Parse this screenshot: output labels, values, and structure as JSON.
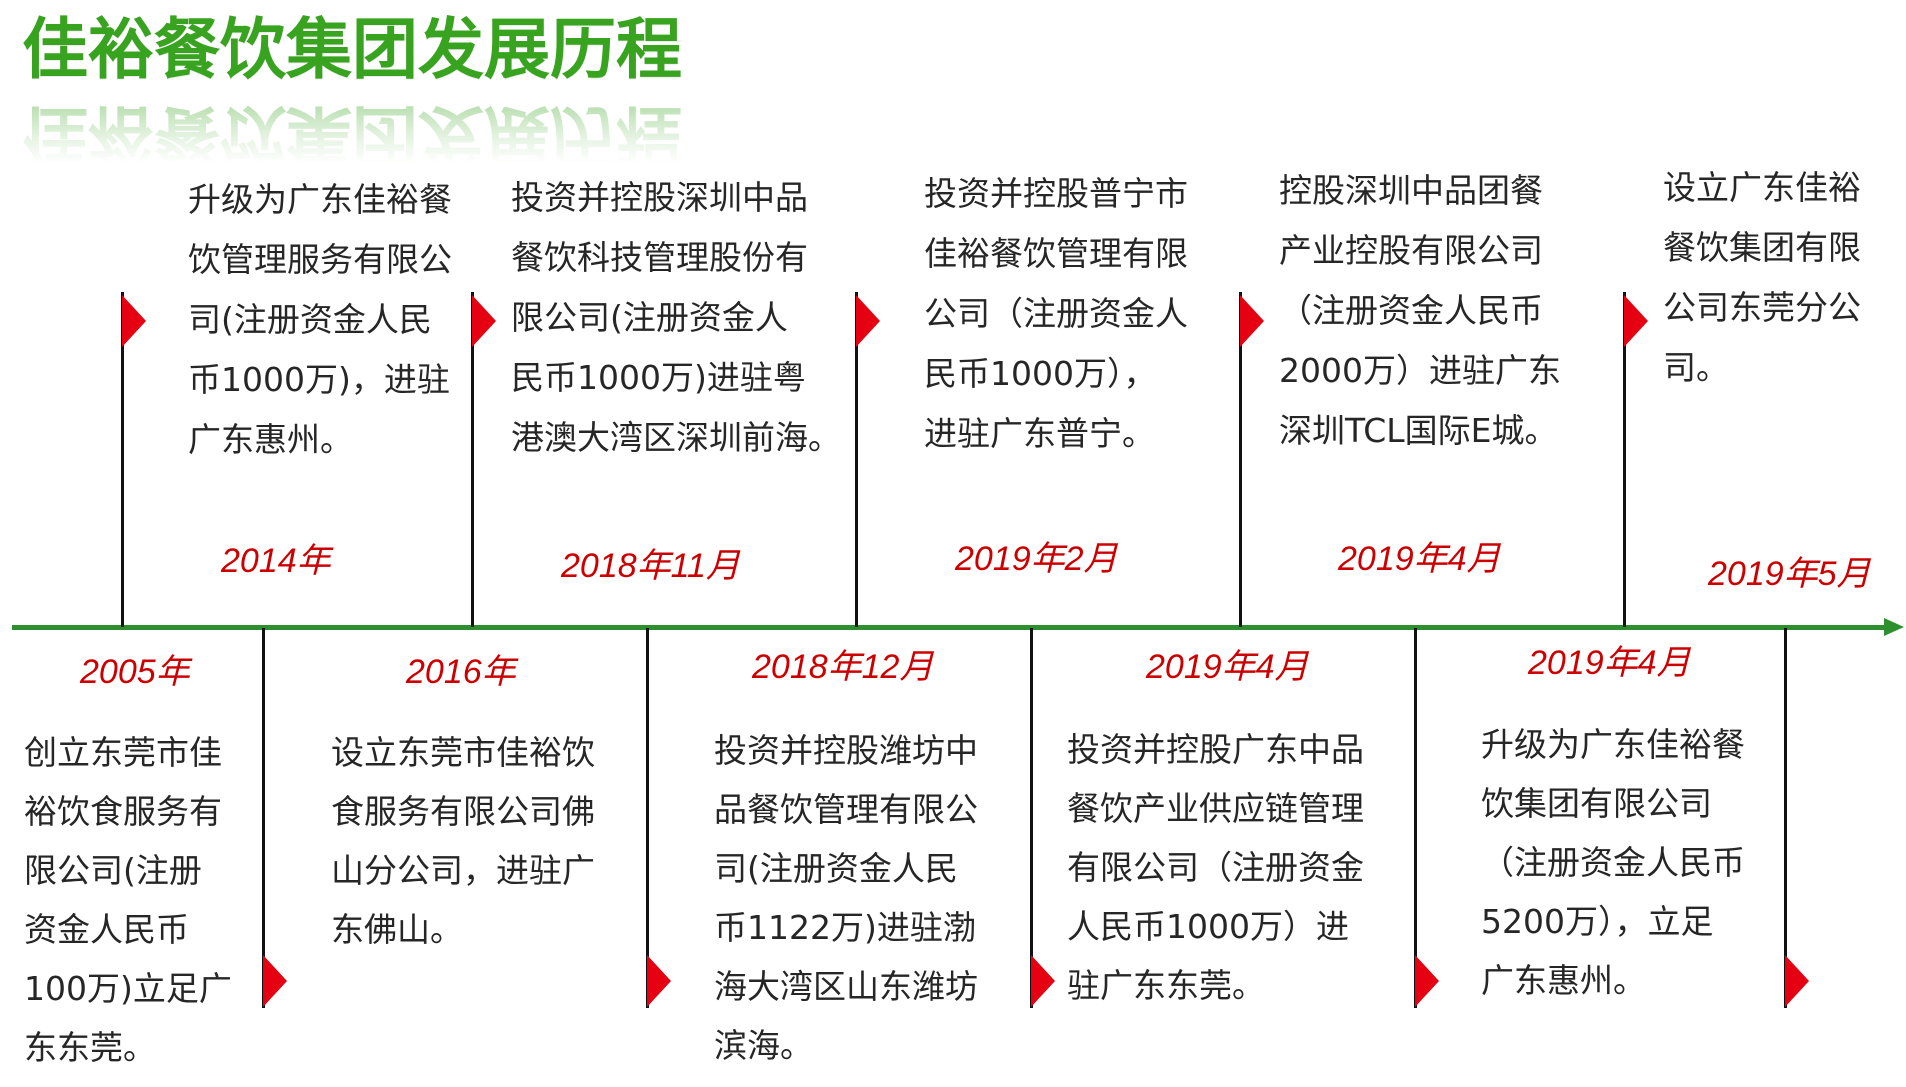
{
  "title": "佳裕餐饮集团发展历程",
  "colors": {
    "title": "#38a31f",
    "axis": "#2e8f2e",
    "date": "#cc0000",
    "flag": "#e50012",
    "text": "#262626"
  },
  "icons": {
    "milestone_marker": "red-flag-icon",
    "axis_end": "arrow-right-icon"
  },
  "timeline": {
    "milestones": [
      {
        "date": "2005年",
        "lines": [
          "创立东莞市佳",
          "裕饮食服务有",
          "限公司(注册",
          "资金人民币",
          "100万)立足广",
          "东东莞。"
        ]
      },
      {
        "date": "2014年",
        "lines": [
          "升级为广东佳裕餐",
          "饮管理服务有限公",
          "司(注册资金人民",
          "币1000万)，进驻",
          "广东惠州。"
        ]
      },
      {
        "date": "2016年",
        "lines": [
          "设立东莞市佳裕饮",
          "食服务有限公司佛",
          "山分公司，进驻广",
          "东佛山。"
        ]
      },
      {
        "date": "2018年11月",
        "lines": [
          "投资并控股深圳中品",
          "餐饮科技管理股份有",
          "限公司(注册资金人",
          "民币1000万)进驻粤",
          "港澳大湾区深圳前海。"
        ]
      },
      {
        "date": "2018年12月",
        "lines": [
          "投资并控股潍坊中",
          "品餐饮管理有限公",
          "司(注册资金人民",
          "币1122万)进驻渤",
          "海大湾区山东潍坊",
          "滨海。"
        ]
      },
      {
        "date": "2019年2月",
        "lines": [
          "投资并控股普宁市",
          "佳裕餐饮管理有限",
          "公司（注册资金人",
          "民币1000万），",
          "进驻广东普宁。"
        ]
      },
      {
        "date": "2019年4月",
        "lines": [
          "投资并控股广东中品",
          "餐饮产业供应链管理",
          "有限公司（注册资金",
          "人民币1000万）进",
          "驻广东东莞。"
        ]
      },
      {
        "date": "2019年4月",
        "lines": [
          "控股深圳中品团餐",
          "产业控股有限公司",
          "（注册资金人民币",
          "2000万）进驻广东",
          "深圳TCL国际E城。"
        ]
      },
      {
        "date": "2019年4月",
        "lines": [
          "升级为广东佳裕餐",
          "饮集团有限公司",
          "（注册资金人民币",
          "5200万），立足",
          "广东惠州。"
        ]
      },
      {
        "date": "2019年5月",
        "lines": [
          "设立广东佳裕",
          "餐饮集团有限",
          "公司东莞分公",
          "司。"
        ]
      }
    ]
  }
}
